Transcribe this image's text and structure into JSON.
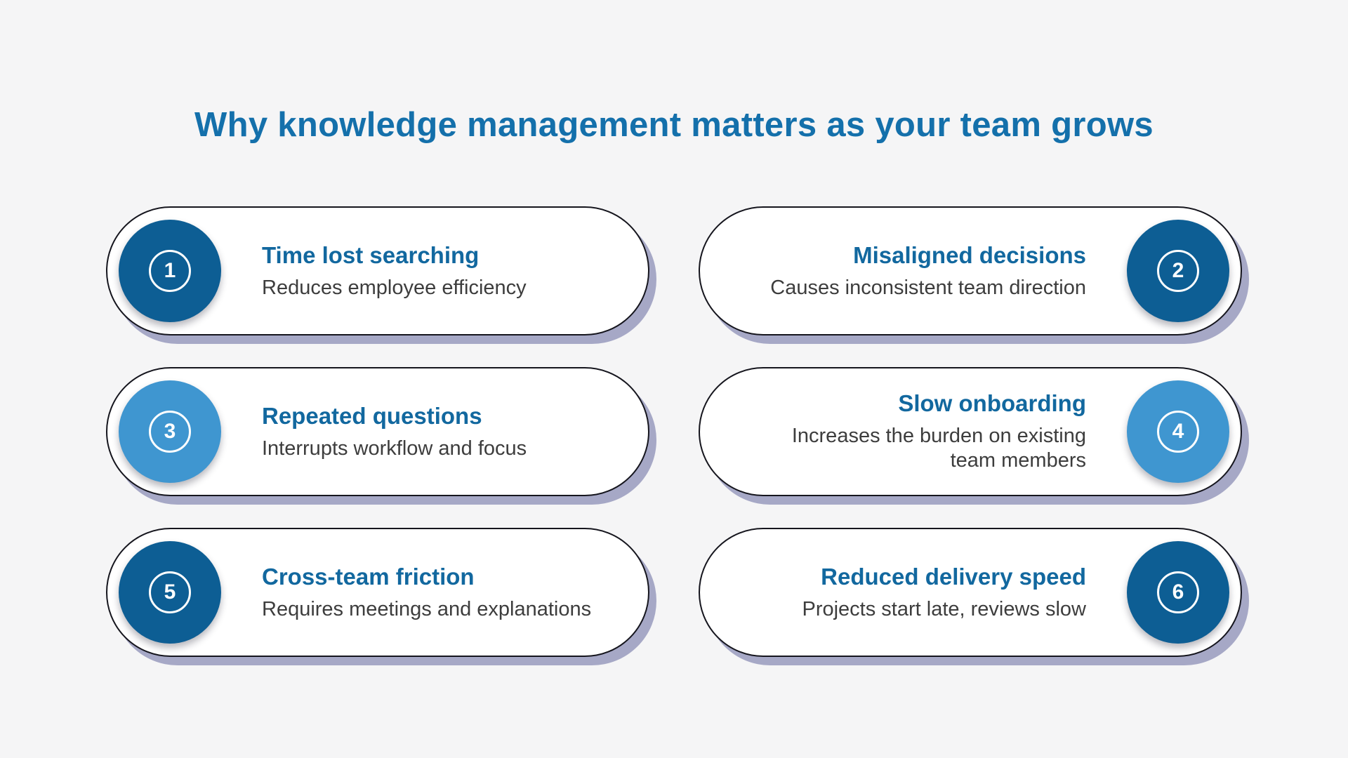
{
  "title": "Why knowledge management matters as your team grows",
  "colors": {
    "background": "#f5f5f6",
    "title_text": "#1470ab",
    "card_title_text": "#12689f",
    "card_description_text": "#3d3d3d",
    "card_border": "#15151d",
    "card_shadow": "#a6a8c6",
    "circle_dark_blue": "#0d5e94",
    "circle_light_blue": "#3f96d0",
    "number_text": "#ffffff"
  },
  "cards": [
    {
      "number": "1",
      "title": "Time lost searching",
      "description": "Reduces employee efficiency",
      "accent": "#0d5e94"
    },
    {
      "number": "2",
      "title": "Misaligned decisions",
      "description": "Causes inconsistent team direction",
      "accent": "#0d5e94"
    },
    {
      "number": "3",
      "title": "Repeated questions",
      "description": "Interrupts workflow and focus",
      "accent": "#3f96d0"
    },
    {
      "number": "4",
      "title": "Slow onboarding",
      "description": "Increases the burden on existing team members",
      "accent": "#3f96d0"
    },
    {
      "number": "5",
      "title": "Cross-team friction",
      "description": "Requires meetings and explanations",
      "accent": "#0d5e94"
    },
    {
      "number": "6",
      "title": "Reduced delivery speed",
      "description": "Projects start late, reviews slow",
      "accent": "#0d5e94"
    }
  ]
}
